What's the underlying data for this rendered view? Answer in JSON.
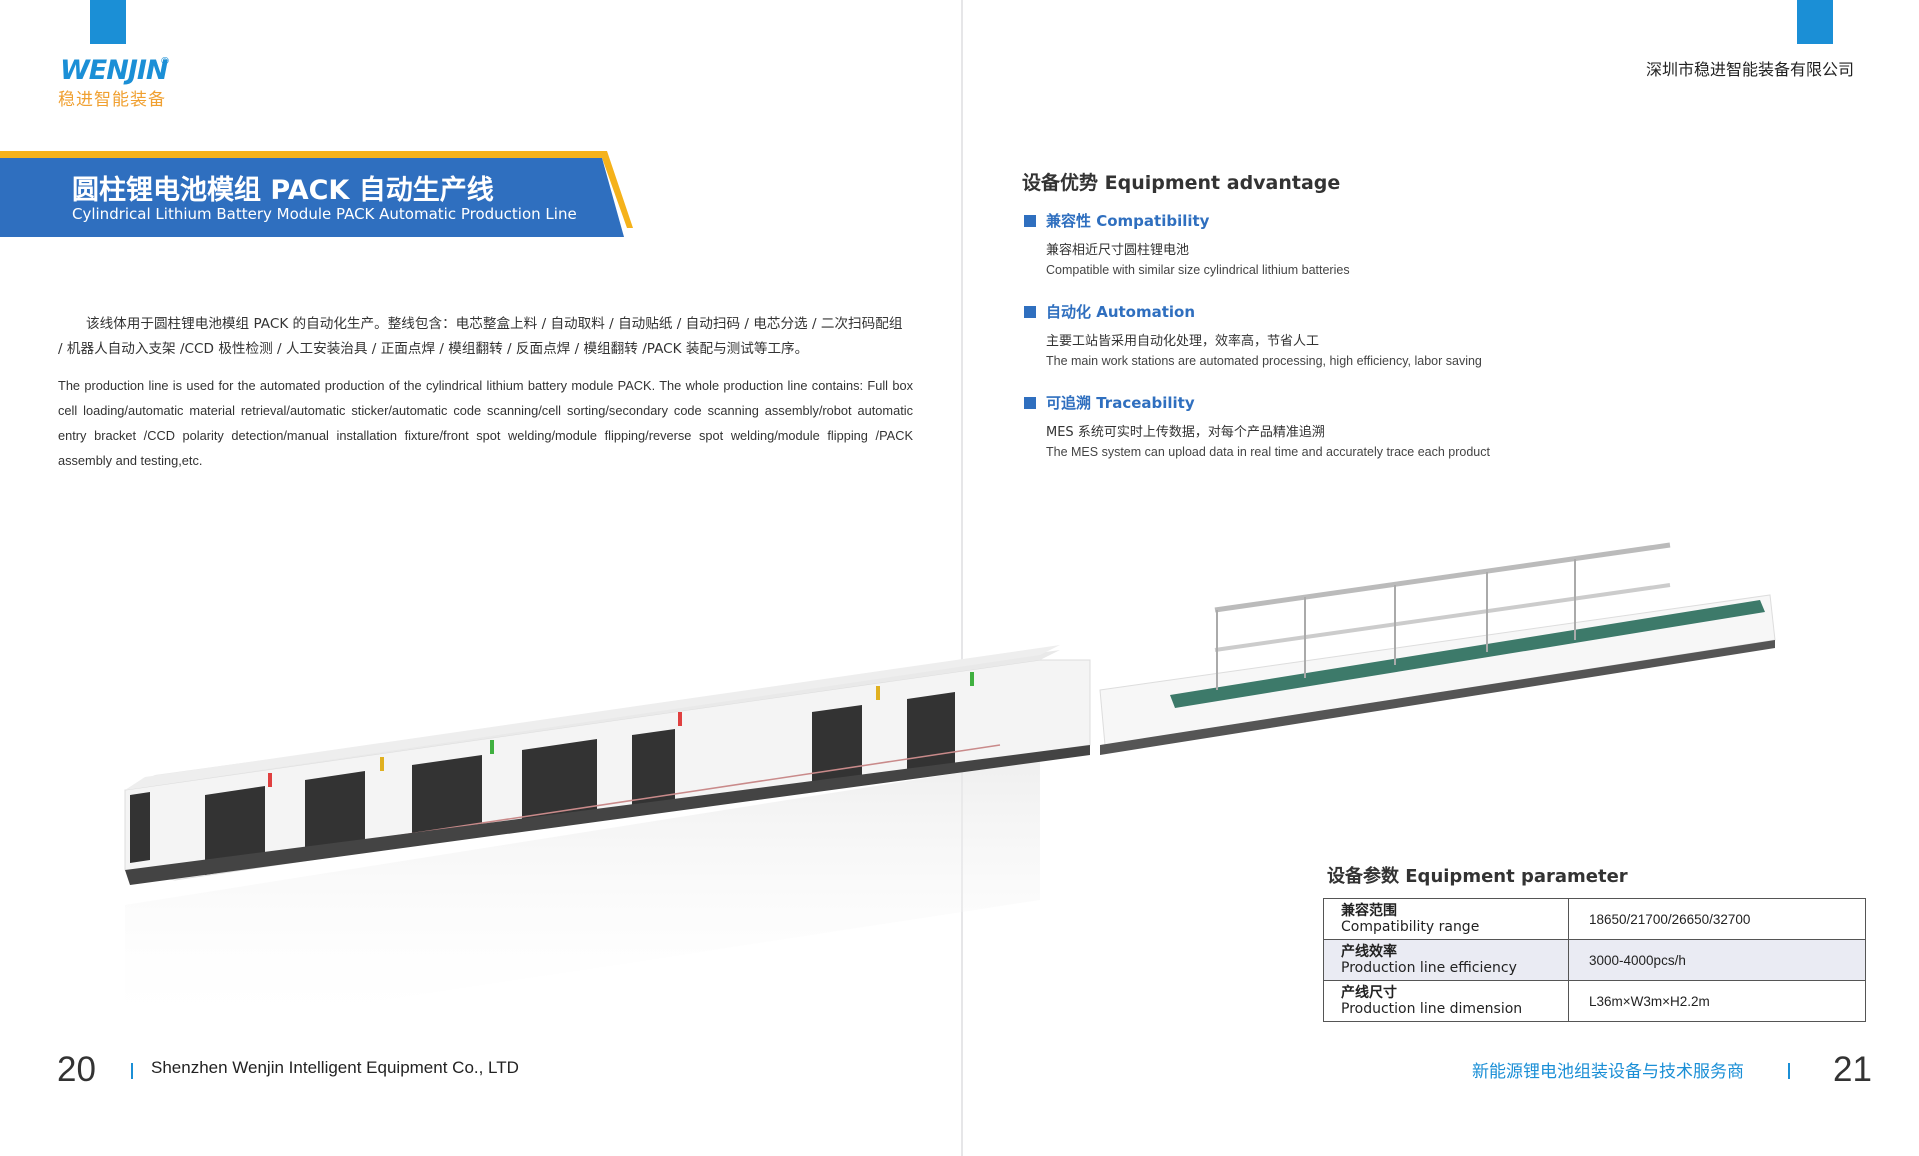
{
  "left_page": {
    "logo": {
      "brand": "WENJIN",
      "registered": "®",
      "brand_cn": "稳进智能装备"
    },
    "banner": {
      "title": "圆柱锂电池模组 PACK 自动生产线",
      "subtitle": "Cylindrical Lithium Battery Module PACK Automatic Production Line"
    },
    "description_cn": "该线体用于圆柱锂电池模组 PACK 的自动化生产。整线包含：电芯整盒上料 / 自动取料 / 自动贴纸 / 自动扫码 / 电芯分选 / 二次扫码配组 / 机器人自动入支架 /CCD 极性检测 / 人工安装治具 / 正面点焊 / 模组翻转 / 反面点焊 / 模组翻转 /PACK 装配与测试等工序。",
    "description_en": "The production line is used for the automated production of the cylindrical lithium battery module PACK. The whole production line contains: Full box cell loading/automatic material retrieval/automatic sticker/automatic code scanning/cell sorting/secondary code scanning assembly/robot automatic entry bracket /CCD polarity detection/manual installation fixture/front spot welding/module flipping/reverse spot welding/module flipping /PACK assembly and testing,etc.",
    "footer": {
      "page_number": "20",
      "company_en": "Shenzhen Wenjin Intelligent Equipment Co., LTD"
    }
  },
  "right_page": {
    "company_cn": "深圳市稳进智能装备有限公司",
    "advantages": {
      "heading": "设备优势 Equipment advantage",
      "items": [
        {
          "title": "兼容性 Compatibility",
          "cn": "兼容相近尺寸圆柱锂电池",
          "en": "Compatible with similar size cylindrical lithium batteries"
        },
        {
          "title": "自动化 Automation",
          "cn": "主要工站皆采用自动化处理，效率高，节省人工",
          "en": "The main work stations are automated processing, high efficiency, labor saving"
        },
        {
          "title": "可追溯 Traceability",
          "cn": "MES 系统可实时上传数据，对每个产品精准追溯",
          "en": "The MES system can upload data in real time and accurately trace each product"
        }
      ]
    },
    "parameters": {
      "heading": "设备参数 Equipment parameter",
      "rows": [
        {
          "label_cn": "兼容范围",
          "label_en": "Compatibility range",
          "value": "18650/21700/26650/32700"
        },
        {
          "label_cn": "产线效率",
          "label_en": "Production line efficiency",
          "value": "3000-4000pcs/h"
        },
        {
          "label_cn": "产线尺寸",
          "label_en": "Production line dimension",
          "value": "L36m×W3m×H2.2m"
        }
      ]
    },
    "footer": {
      "slogan_cn": "新能源锂电池组装设备与技术服务商",
      "page_number": "21"
    }
  },
  "colors": {
    "brand_blue": "#1b8fd6",
    "banner_blue": "#2f6fbf",
    "banner_yellow": "#f5b21b",
    "logo_orange": "#f0a030",
    "table_alt_row": "#eaebf3"
  }
}
